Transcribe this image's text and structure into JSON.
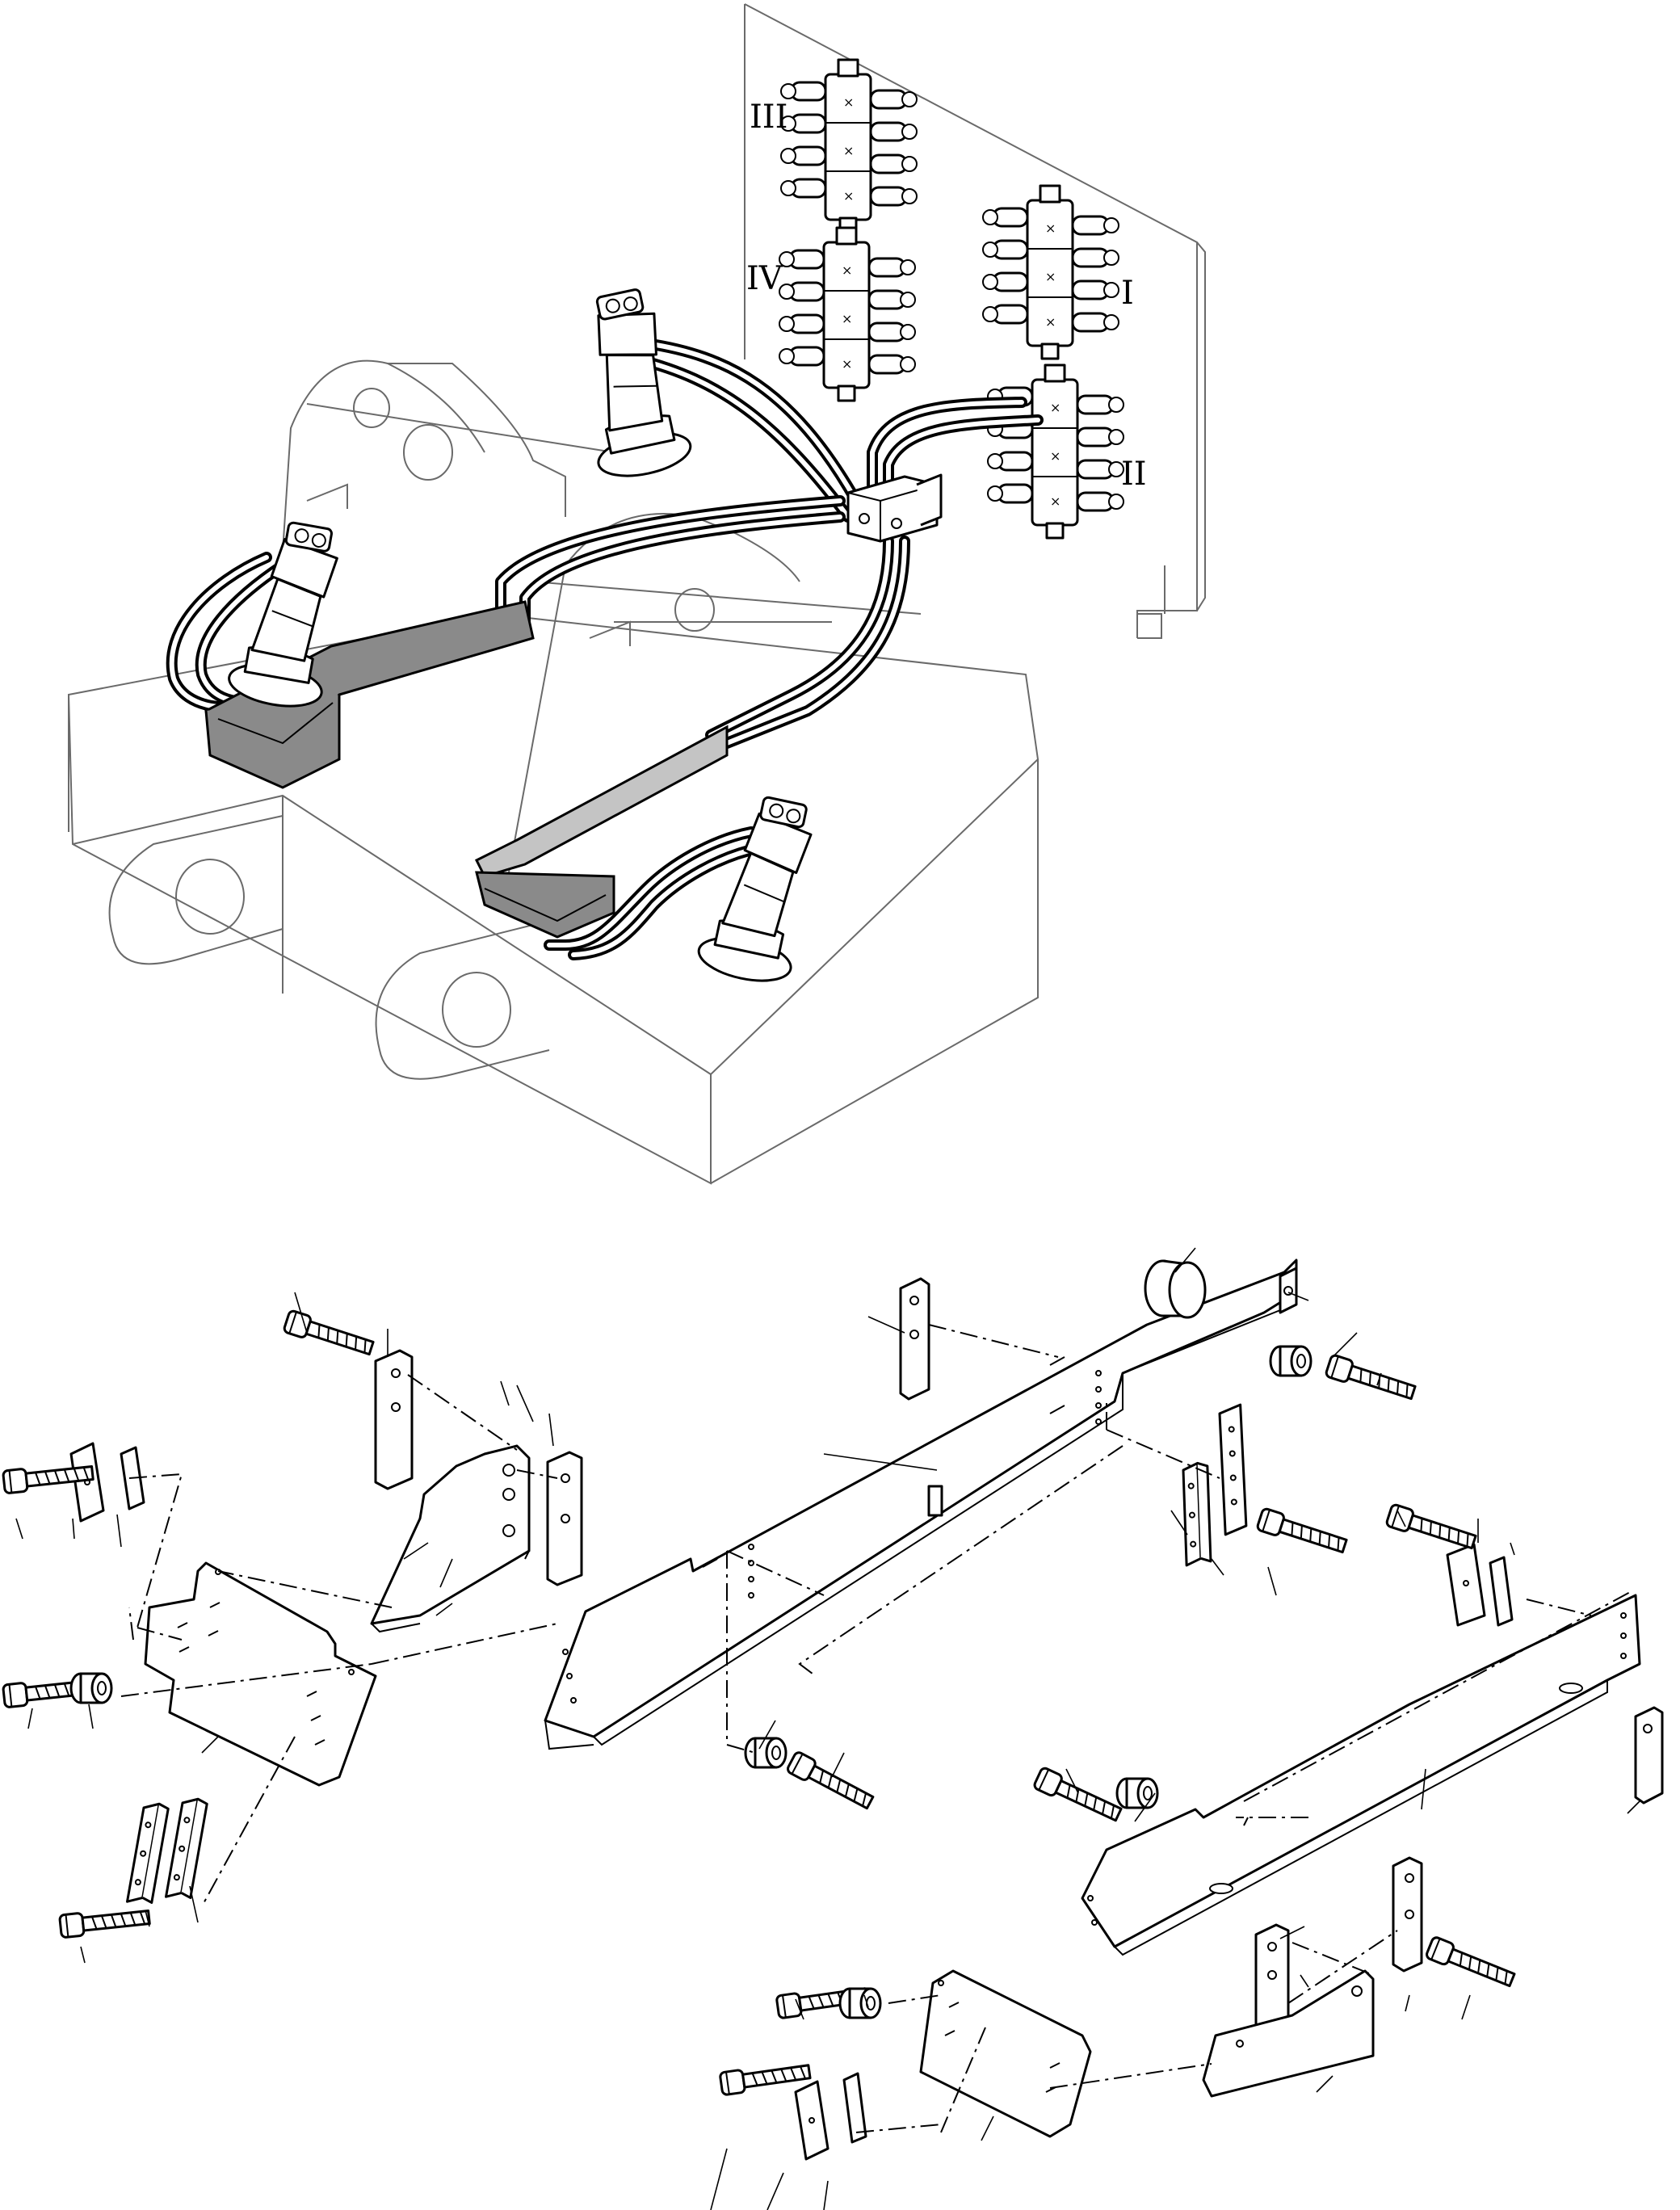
{
  "drawing": {
    "valve_labels": [
      "III",
      "IV",
      "I",
      "II"
    ]
  }
}
